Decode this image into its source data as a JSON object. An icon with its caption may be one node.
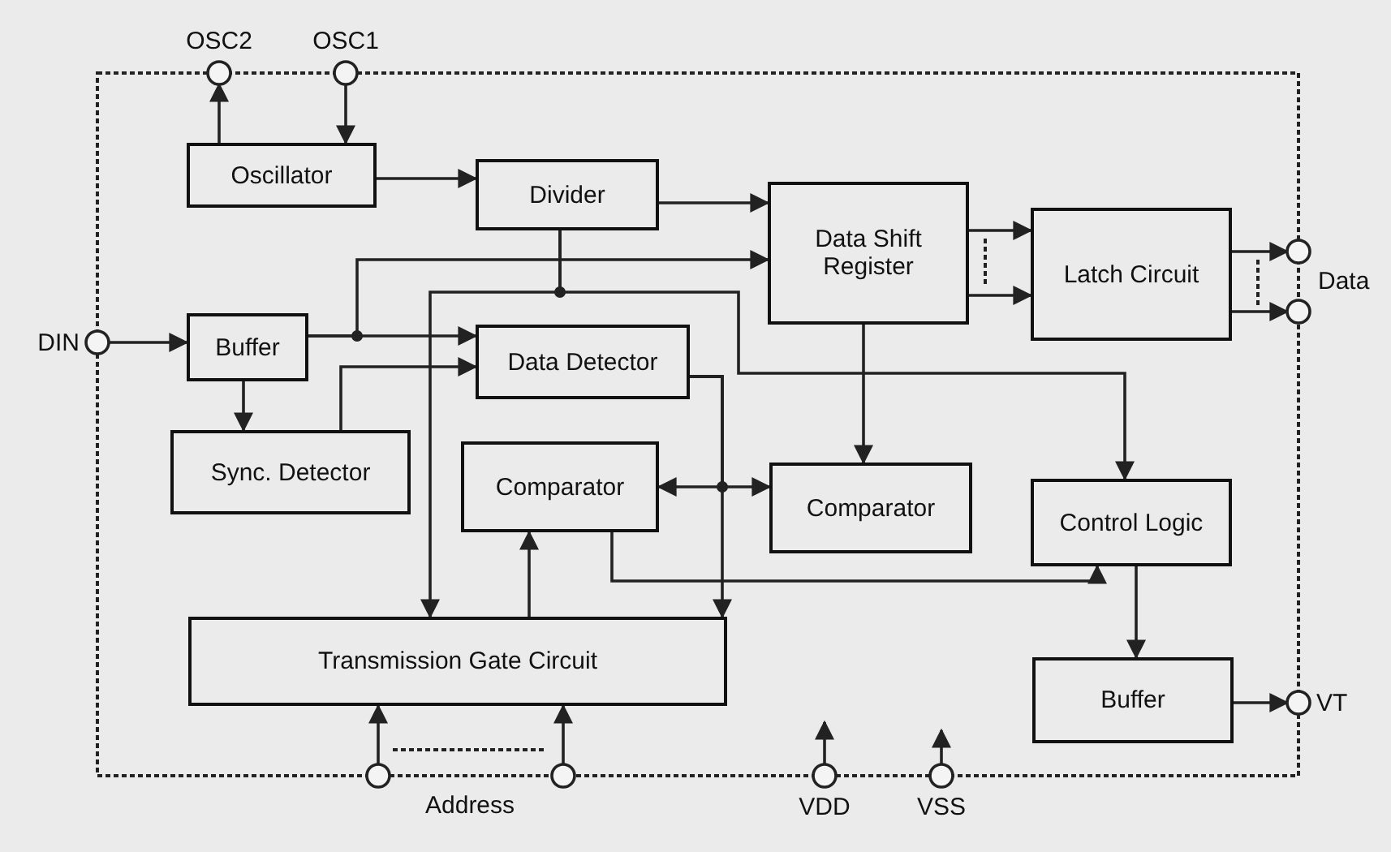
{
  "diagram": {
    "nodes": [
      {
        "text": [
          "OSC2"
        ]
      },
      {
        "text": [
          "OSC1"
        ]
      },
      {
        "text": [
          "Oscillator"
        ]
      },
      {
        "text": [
          "Divider"
        ]
      },
      {
        "text": [
          "Data Shift Register"
        ]
      },
      {
        "text": [
          "Latch Circuit"
        ]
      },
      {
        "text": [],
        "shape": "circle"
      },
      {
        "text": [],
        "shape": "circle"
      },
      {
        "text": [
          "DIN"
        ]
      },
      {
        "text": [
          "Buffer"
        ]
      },
      {
        "text": [
          "Data Detector"
        ]
      },
      {
        "text": [
          "Sync. Detector"
        ]
      },
      {
        "text": [
          "Comparator"
        ]
      },
      {
        "text": [
          "Comparator"
        ]
      },
      {
        "text": [
          "Control Logic"
        ]
      },
      {
        "text": [
          "Transmission Gate Circuit"
        ]
      },
      {
        "text": [
          "Buffer"
        ]
      },
      {
        "text": [
          "VT"
        ]
      },
      {
        "text": [],
        "shape": "circle"
      },
      {
        "text": [],
        "shape": "circle"
      },
      {
        "text": [
          "VDD"
        ]
      },
      {
        "text": [
          "VSS"
        ]
      }
    ],
    "edges": [
      {
        "from": 2,
        "to": 0,
        "arrow": "to"
      },
      {
        "from": 1,
        "to": 2,
        "arrow": "to"
      },
      {
        "from": 2,
        "to": 3,
        "arrow": "to"
      },
      {
        "from": 3,
        "to": 4,
        "arrow": "to"
      },
      {
        "from": 9,
        "to": 4,
        "arrow": "to"
      },
      {
        "from": 4,
        "to": 5,
        "arrow": "to"
      },
      {
        "from": 4,
        "to": 5,
        "arrow": "to"
      },
      {
        "from": 5,
        "to": 6,
        "arrow": "to"
      },
      {
        "from": 5,
        "to": 7,
        "arrow": "to"
      },
      {
        "from": 8,
        "to": 9,
        "arrow": "to"
      },
      {
        "from": 9,
        "to": 10,
        "arrow": "to"
      },
      {
        "from": 9,
        "to": 11,
        "arrow": "to"
      },
      {
        "from": 11,
        "to": 10,
        "arrow": "to"
      },
      {
        "from": 3,
        "to": 15,
        "arrow": "to"
      },
      {
        "from": 3,
        "to": 14,
        "arrow": "to"
      },
      {
        "from": 10,
        "to": 12,
        "arrow": "to"
      },
      {
        "from": 10,
        "to": 13,
        "arrow": "to"
      },
      {
        "from": 10,
        "to": 15,
        "arrow": "to"
      },
      {
        "from": 4,
        "to": 13,
        "arrow": "to"
      },
      {
        "from": 15,
        "to": 12,
        "arrow": "to"
      },
      {
        "from": 12,
        "to": 14,
        "arrow": "to"
      },
      {
        "from": 14,
        "to": 16,
        "arrow": "to"
      },
      {
        "from": 16,
        "to": 17,
        "arrow": "to"
      },
      {
        "from": 18,
        "to": 15,
        "arrow": "to"
      },
      {
        "from": 19,
        "to": 15,
        "arrow": "to"
      },
      {
        "from": 20,
        "to": null,
        "arrow": "to"
      },
      {
        "from": 21,
        "to": null,
        "arrow": "to"
      }
    ],
    "labels": [
      "Data",
      "Address"
    ]
  }
}
